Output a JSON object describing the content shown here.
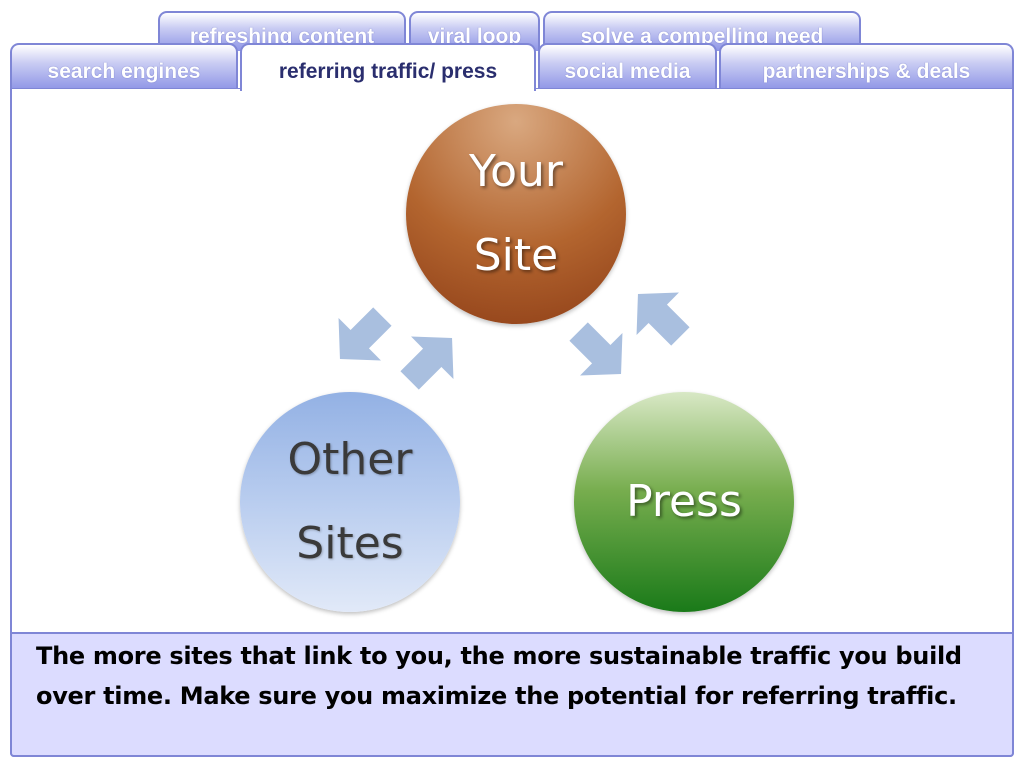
{
  "tabs_back": [
    {
      "label": "refreshing content"
    },
    {
      "label": "viral loop"
    },
    {
      "label": "solve a compelling need"
    }
  ],
  "tabs_front": [
    {
      "label": "search engines"
    },
    {
      "label": "referring traffic/ press",
      "active": true
    },
    {
      "label": "social media"
    },
    {
      "label": "partnerships & deals"
    }
  ],
  "diagram": {
    "your_site": {
      "line1": "Your",
      "line2": "Site"
    },
    "other_sites": {
      "line1": "Other",
      "line2": "Sites"
    },
    "press": {
      "label": "Press"
    }
  },
  "caption": "The more sites that link to you, the more sustainable traffic you build over time. Make sure you maximize the potential for referring traffic.",
  "colors": {
    "tab_border": "#7f86d6",
    "caption_bg": "#dcdcff",
    "arrow": "#a9bfdf",
    "your_site": "#a85a2a",
    "other_sites": "#b9cdef",
    "press": "#3f8f2c"
  }
}
